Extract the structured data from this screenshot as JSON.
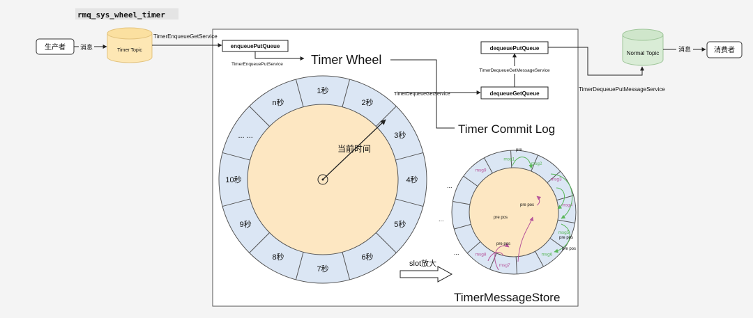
{
  "header": {
    "code_title": "rmq_sys_wheel_timer"
  },
  "producer": {
    "label": "生产者",
    "edge_label": "消息"
  },
  "timer_topic": {
    "label": "Timer Topic"
  },
  "enqueue_get_service": "TimerEnqueueGetService",
  "enqueue_put_queue": "enqueuePutQueue",
  "enqueue_put_service": "TimerEnqueuePutService",
  "timer_wheel": {
    "label": "Timer Wheel"
  },
  "dequeue_get_service": "TimerDequeueGetService",
  "dequeue_get_queue": "dequeueGetQueue",
  "dequeue_get_message_service": "TimerDequeueGetMessageService",
  "dequeue_put_queue": "dequeuePutQueue",
  "dequeue_put_message_service": "TimerDequeuePutMessageService",
  "normal_topic": {
    "label": "Normal Topic"
  },
  "consumer": {
    "label": "消费者",
    "edge_label": "消息"
  },
  "commit_log": {
    "label": "Timer Commit Log"
  },
  "store": {
    "label": "TimerMessageStore"
  },
  "wheel": {
    "current_time": "当前时间",
    "slots": [
      {
        "label": "n秒"
      },
      {
        "label": "1秒"
      },
      {
        "label": "2秒"
      },
      {
        "label": "3秒"
      },
      {
        "label": "4秒"
      },
      {
        "label": "5秒"
      },
      {
        "label": "6秒"
      },
      {
        "label": "7秒"
      },
      {
        "label": "8秒"
      },
      {
        "label": "9秒"
      },
      {
        "label": "10秒"
      },
      {
        "label": "... ..."
      }
    ]
  },
  "zoom": {
    "label": "slot放大"
  },
  "slot_ring": {
    "center_pre_pos": [
      "pre pos",
      "pre pos",
      "pre pos"
    ],
    "outer_pre": "pre",
    "outer_pre_pos": [
      "pre pos",
      "pre pos"
    ],
    "ellipses": [
      "...",
      "...",
      "..."
    ],
    "msgs": [
      {
        "label": "msg1",
        "color": "#5ab75a"
      },
      {
        "label": "msg2",
        "color": "#5ab75a"
      },
      {
        "label": "msg3",
        "color": "#b6549a"
      },
      {
        "label": "msg4",
        "color": "#b6549a"
      },
      {
        "label": "msg5",
        "color": "#5ab75a"
      },
      {
        "label": "msg6",
        "color": "#5ab75a"
      },
      {
        "label": "msg7",
        "color": "#b6549a"
      },
      {
        "label": "msg8",
        "color": "#b6549a"
      },
      {
        "label": "msg9",
        "color": "#b6549a"
      }
    ]
  }
}
